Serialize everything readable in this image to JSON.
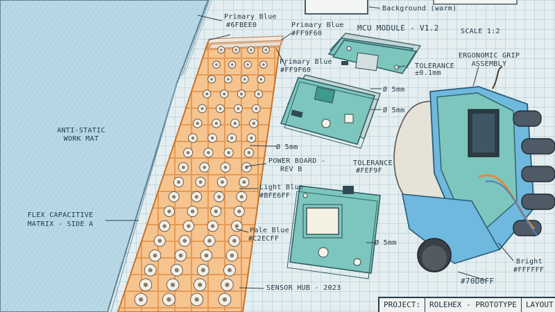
{
  "labels": {
    "background": "Background (warm)",
    "primary_blue_1": "Primary Blue",
    "primary_blue_1_hex": "#6FBEE0",
    "primary_blue_2": "Primary Blue",
    "primary_blue_2_hex": "#FF9F60",
    "primary_blue_3": "Primary Blue",
    "primary_blue_3_hex": "#FF9F60",
    "mcu_module": "MCU MODULE - V1.2",
    "scale": "SCALE 1:2",
    "tolerance_1": "TOLERANCE",
    "tolerance_1_val": "±0.1mm",
    "ergonomic": "ERGONOMIC GRIP",
    "ergonomic_2": "ASSEMBLY",
    "anti_static": "ANTI-STATIC",
    "anti_static_2": "WORK MAT",
    "dim_5mm_a": "Ø 5mm",
    "dim_5mm_b": "Ø 5mm",
    "dim_5mm_c": "Ø 5mm",
    "dim_5mm_d": "Ø 5mm",
    "power_board": "POWER BOARD -",
    "power_board_2": "REV B",
    "tolerance_2": "TOLERANCE",
    "tolerance_2_hex": "#FEF9F",
    "light_blue": "Light Blue",
    "light_blue_hex": "#BFE6FF",
    "flex": "FLEX CAPACITIVE",
    "flex_2": "MATRIX - SIDE A",
    "pale_blue": "Pale Blue",
    "pale_blue_hex": "#C2ECFF",
    "sensor_hub": "SENSOR HUB - 2023",
    "bright": "Bright",
    "bright_hex": "#FFFFFF",
    "hex_70d6ff": "#70D6FF"
  },
  "title_block": {
    "project_label": "PROJECT:",
    "project_value": "ROLEHEX - PROTOTYPE",
    "layout_label": "LAYOUT"
  },
  "colors": {
    "mat": "#b9d8e6",
    "flex": "#f4b779",
    "pcb": "#78c7c0",
    "grip": "#6fb8de",
    "grid": "#e4eef0"
  }
}
